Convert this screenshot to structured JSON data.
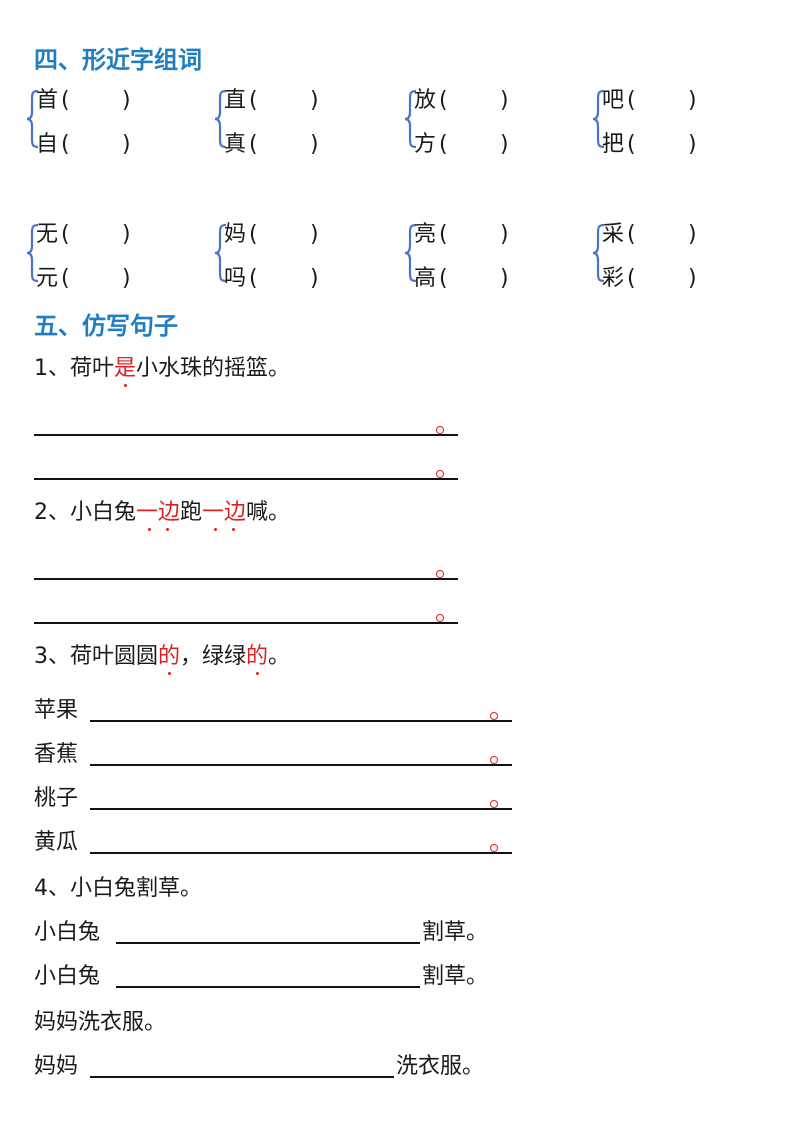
{
  "section4": {
    "title": "四、形近字组词",
    "paren_open": "(",
    "paren_close": ")",
    "groups": [
      {
        "top": "首",
        "bottom": "自"
      },
      {
        "top": "直",
        "bottom": "真"
      },
      {
        "top": "放",
        "bottom": "方"
      },
      {
        "top": "吧",
        "bottom": "把"
      },
      {
        "top": "无",
        "bottom": "元"
      },
      {
        "top": "妈",
        "bottom": "吗"
      },
      {
        "top": "亮",
        "bottom": "高"
      },
      {
        "top": "采",
        "bottom": "彩"
      }
    ]
  },
  "section5": {
    "title": "五、仿写句子",
    "q1": {
      "pre": "1、荷叶",
      "em": "是",
      "post": "小水珠的摇篮。"
    },
    "q2": {
      "pre": "2、小白兔",
      "em1": "一边",
      "mid": "跑",
      "em2": "一边",
      "post": "喊。"
    },
    "q3": {
      "pre": "3、荷叶圆圆",
      "em1": "的",
      "mid": "，绿绿",
      "em2": "的",
      "post": "。"
    },
    "q3_items": [
      "苹果",
      "香蕉",
      "桃子",
      "黄瓜"
    ],
    "q4": {
      "title": "4、小白兔割草。",
      "subject": "小白兔",
      "verb": "割草。",
      "example": "妈妈洗衣服。",
      "subject2": "妈妈",
      "verb2": "洗衣服。"
    }
  }
}
